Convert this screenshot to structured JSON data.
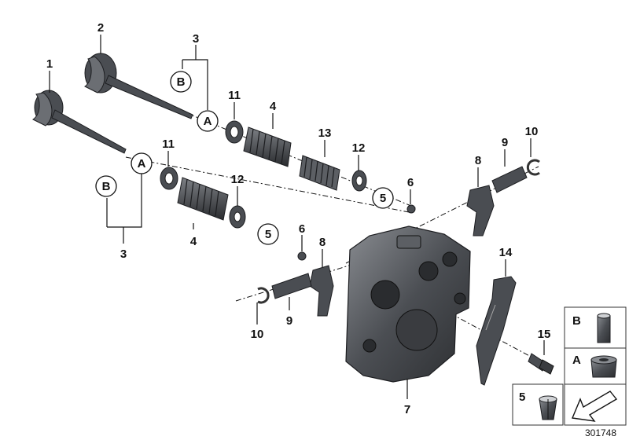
{
  "callouts": {
    "p1": "1",
    "p2": "2",
    "p3a": "3",
    "p3b": "3",
    "p4a": "4",
    "p4b": "4",
    "p5a": "5",
    "p5b": "5",
    "p6a": "6",
    "p6b": "6",
    "p7": "7",
    "p8a": "8",
    "p8b": "8",
    "p9a": "9",
    "p9b": "9",
    "p10a": "10",
    "p10b": "10",
    "p11a": "11",
    "p11b": "11",
    "p12a": "12",
    "p12b": "12",
    "p13": "13",
    "p14": "14",
    "p15": "15"
  },
  "circle_labels": {
    "a": "A",
    "b": "B"
  },
  "legend": {
    "b": "B",
    "a": "A",
    "five": "5"
  },
  "reference_number": "301748"
}
